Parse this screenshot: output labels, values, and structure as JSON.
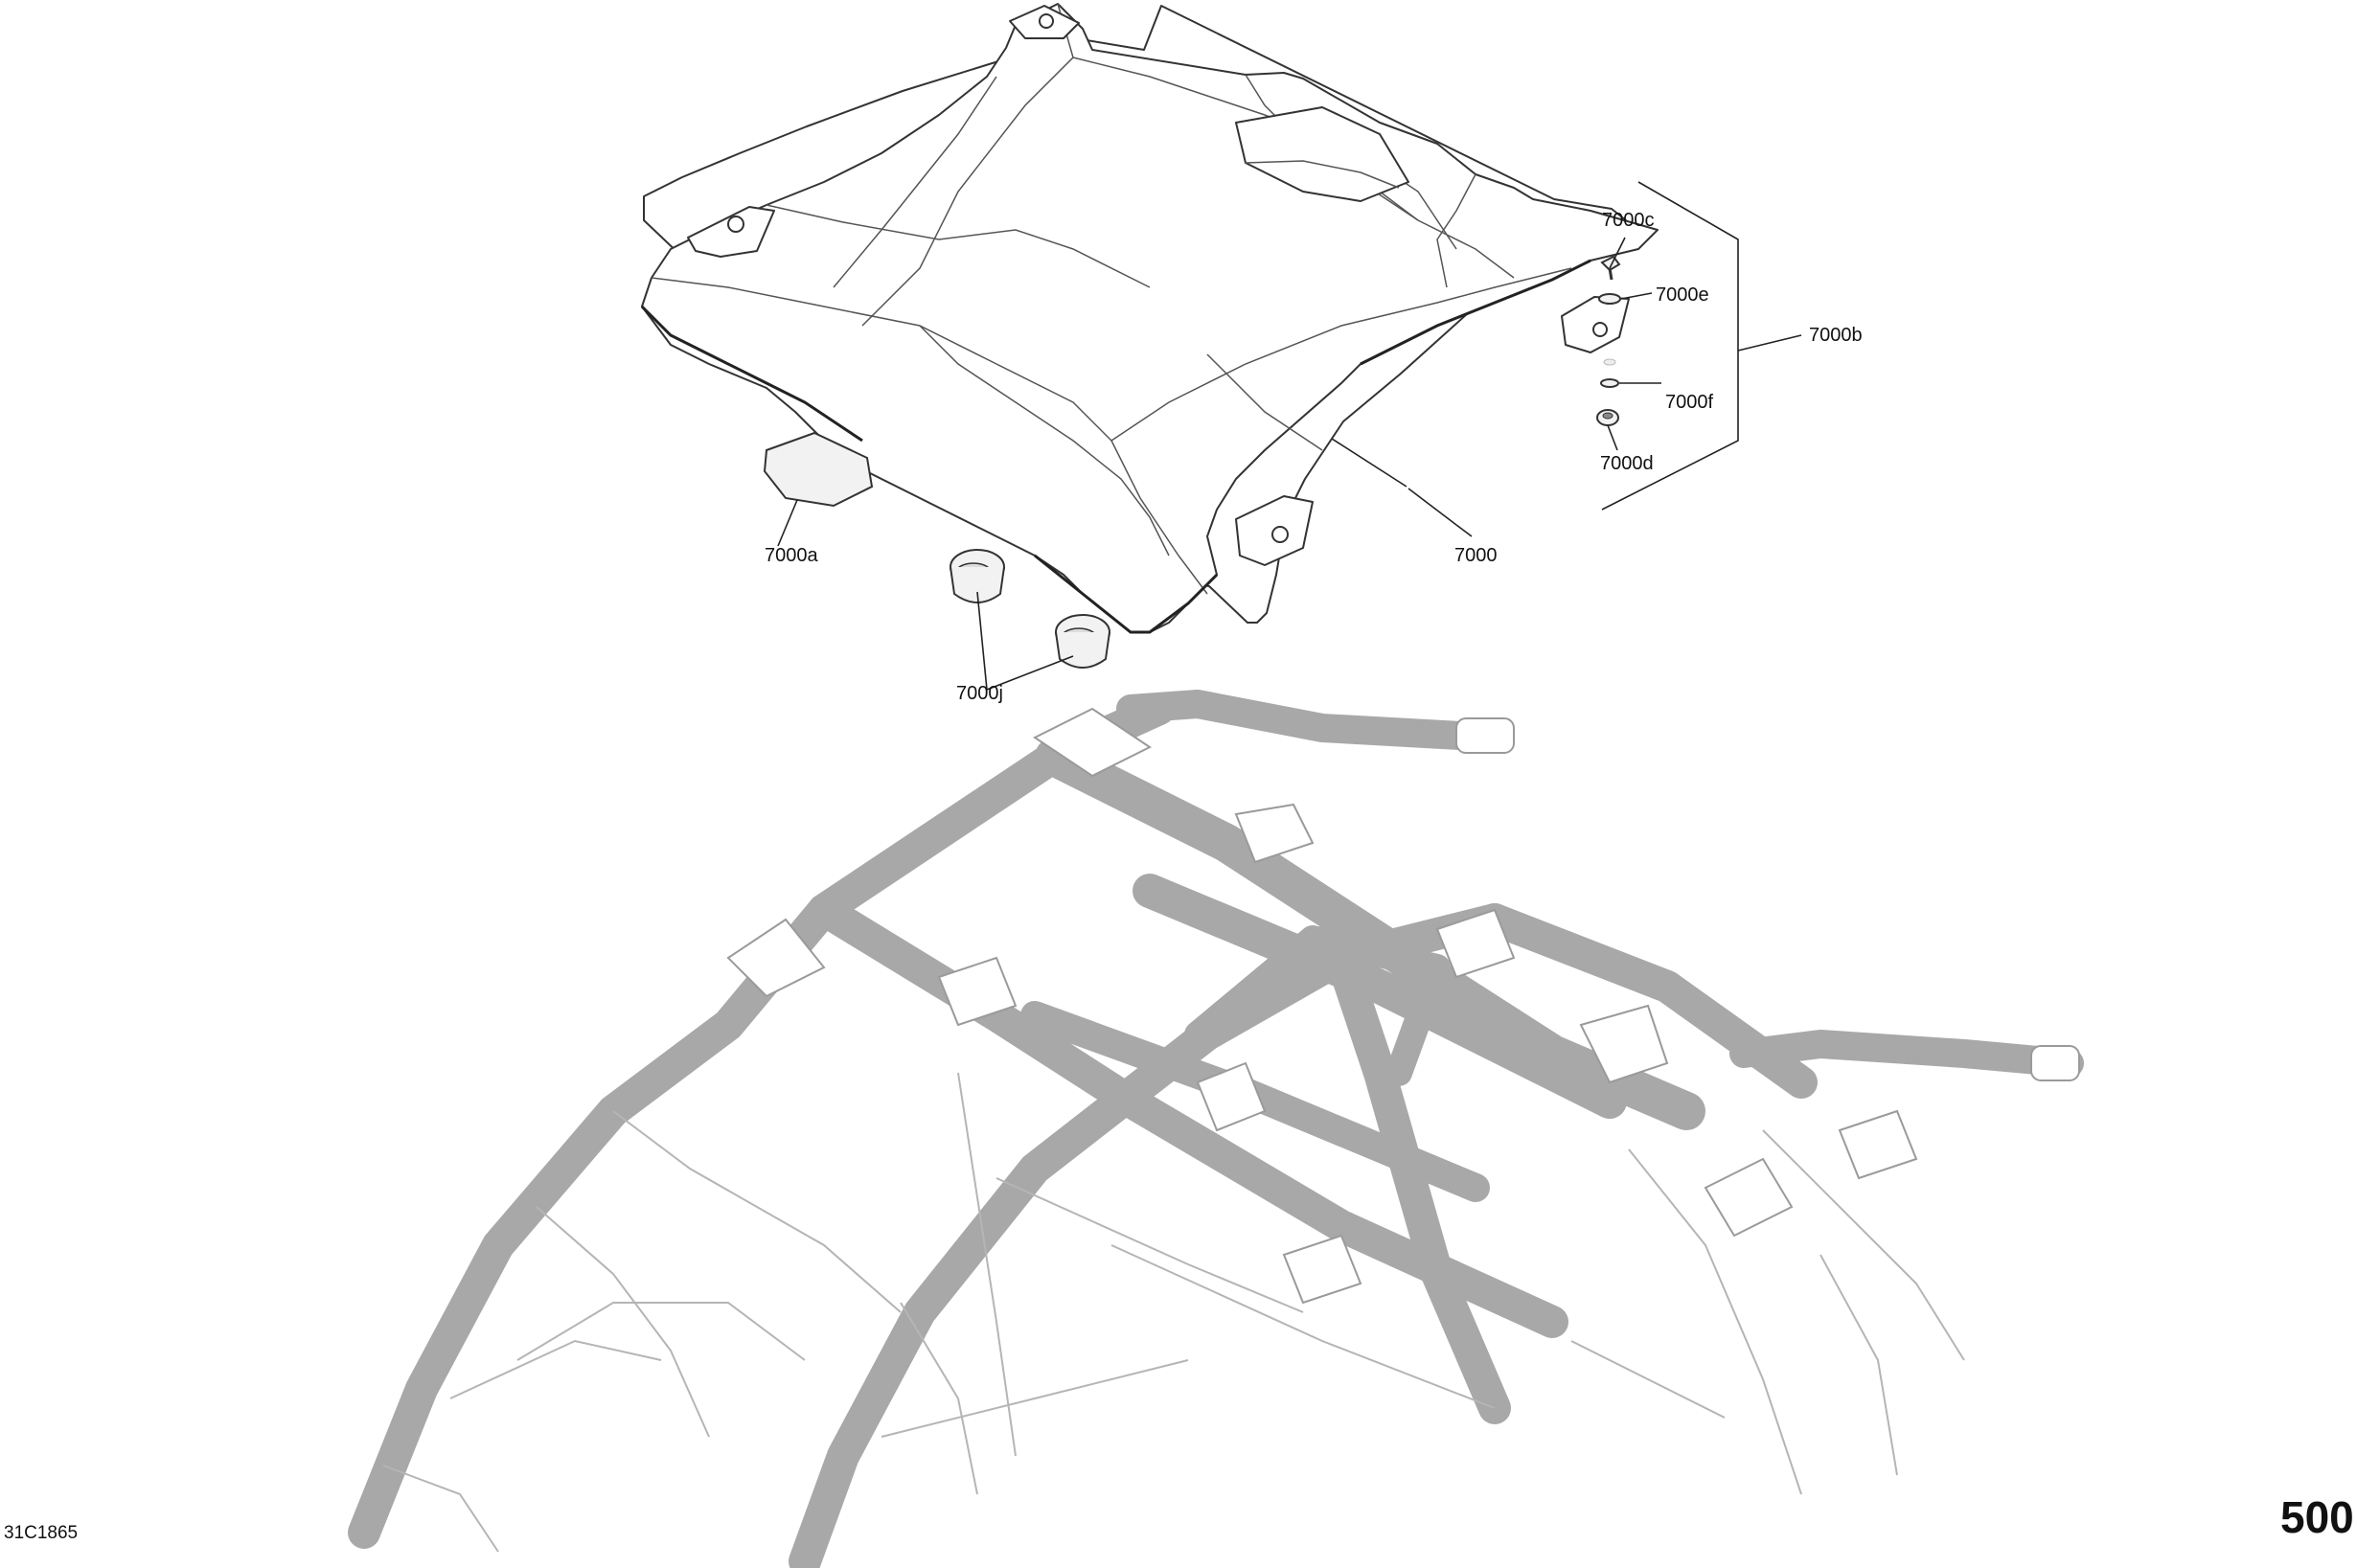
{
  "drawing": {
    "drawing_id": "31C1865",
    "page_number": "500"
  },
  "callouts": {
    "roof": "7000",
    "decal": "7000a",
    "hardware_kit": "7000b",
    "screw": "7000c",
    "nut": "7000d",
    "washer": "7000e",
    "spacer": "7000f",
    "sleeves": "7000j"
  },
  "colors": {
    "line_art": "#333333",
    "frame_line_art": "#a8a8a8",
    "background": "#ffffff"
  }
}
